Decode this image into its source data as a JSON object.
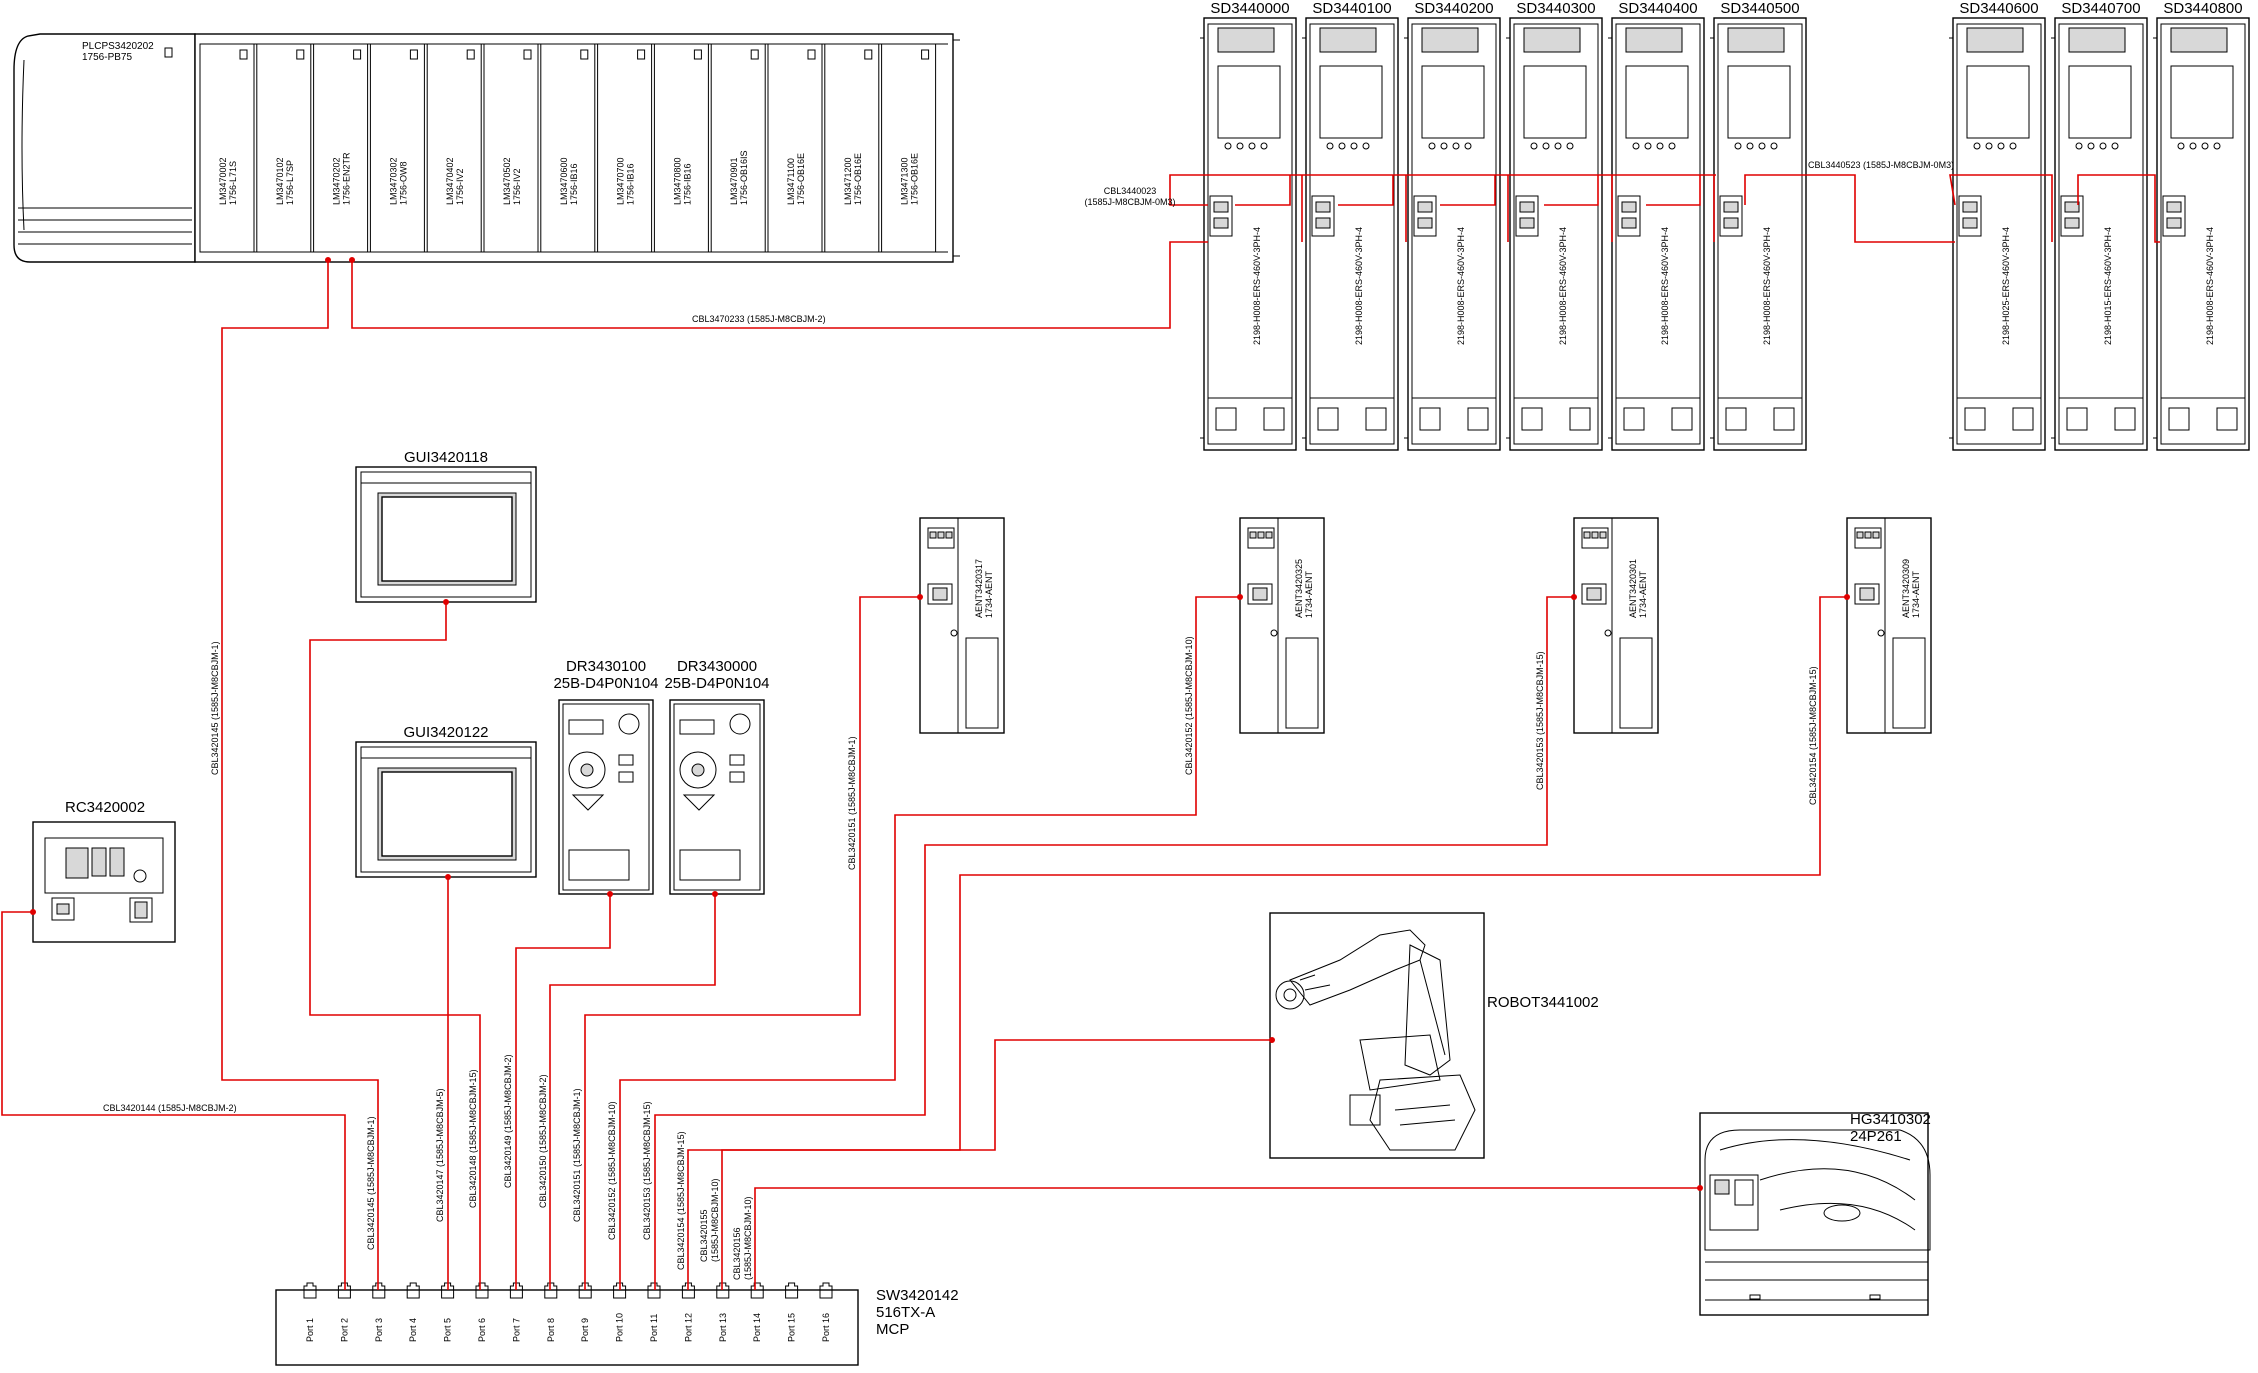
{
  "plc": {
    "label": "PLCPS3420202\n1756-PB75",
    "modules": [
      "LM3470002\n1756-L71S",
      "LM3470102\n1756-L7SP",
      "LM3470202\n1756-EN2TR",
      "LM3470302\n1756-OW8",
      "LM3470402\n1756-IV2",
      "LM3470502\n1756-IV2",
      "LM3470600\n1756-IB16",
      "LM3470700\n1756-IB16",
      "LM3470800\n1756-IB16",
      "LM3470901\n1756-OB16IS",
      "LM3471100\n1756-OB16E",
      "LM3471200\n1756-OB16E",
      "LM3471300\n1756-OB16E"
    ]
  },
  "servo_drives": [
    {
      "name": "SD3440000",
      "model": "2198-H008-ERS-460V-3PH-4"
    },
    {
      "name": "SD3440100",
      "model": "2198-H008-ERS-460V-3PH-4"
    },
    {
      "name": "SD3440200",
      "model": "2198-H008-ERS-460V-3PH-4"
    },
    {
      "name": "SD3440300",
      "model": "2198-H008-ERS-460V-3PH-4"
    },
    {
      "name": "SD3440400",
      "model": "2198-H008-ERS-460V-3PH-4"
    },
    {
      "name": "SD3440500",
      "model": "2198-H008-ERS-460V-3PH-4"
    },
    {
      "name": "SD3440600",
      "model": "2198-H025-ERS-460V-3PH-4"
    },
    {
      "name": "SD3440700",
      "model": "2198-H015-ERS-460V-3PH-4"
    },
    {
      "name": "SD3440800",
      "model": "2198-H008-ERS-460V-3PH-4"
    }
  ],
  "ring_cables": {
    "left": "CBL3440023\n(1585J-M8CBJM-0M3)",
    "right": "CBL3440523 (1585J-M8CBJM-0M3)"
  },
  "trunk_cable": "CBL3470233 (1585J-M8CBJM-2)",
  "hmis": [
    {
      "name": "GUI3420118"
    },
    {
      "name": "GUI3420122"
    }
  ],
  "vfds": [
    {
      "name": "DR3430100\n25B-D4P0N104"
    },
    {
      "name": "DR3430000\n25B-D4P0N104"
    }
  ],
  "io_adapters": [
    {
      "label": "AENT3420317\n1734-AENT"
    },
    {
      "label": "AENT3420325\n1734-AENT"
    },
    {
      "label": "AENT3420301\n1734-AENT"
    },
    {
      "label": "AENT3420309\n1734-AENT"
    }
  ],
  "remote": {
    "name": "RC3420002"
  },
  "robot": {
    "name": "ROBOT3441002"
  },
  "hg": {
    "name": "HG3410302\n24P261"
  },
  "switch": {
    "label": "SW3420142\n516TX-A\nMCP",
    "ports": [
      "Port 1",
      "Port 2",
      "Port 3",
      "Port 4",
      "Port 5",
      "Port 6",
      "Port 7",
      "Port 8",
      "Port 9",
      "Port 10",
      "Port 11",
      "Port 12",
      "Port 13",
      "Port 14",
      "Port 15",
      "Port 16"
    ]
  },
  "cables": {
    "c144": "CBL3420144 (1585J-M8CBJM-2)",
    "c145": "CBL3420145 (1585J-M8CBJM-1)",
    "c145b": "CBL3420145 (1585J-M8CBJM-1)",
    "c147": "CBL3420147 (1585J-M8CBJM-5)",
    "c148": "CBL3420148 (1585J-M8CBJM-15)",
    "c149": "CBL3420149 (1585J-M8CBJM-2)",
    "c150": "CBL3420150 (1585J-M8CBJM-2)",
    "c151": "CBL3420151 (1585J-M8CBJM-1)",
    "c151b": "CBL3420151 (1585J-M8CBJM-1)",
    "c152": "CBL3420152 (1585J-M8CBJM-10)",
    "c152b": "CBL3420152 (1585J-M8CBJM-10)",
    "c153": "CBL3420153 (1585J-M8CBJM-15)",
    "c153b": "CBL3420153 (1585J-M8CBJM-15)",
    "c154": "CBL3420154 (1585J-M8CBJM-15)",
    "c154b": "CBL3420154 (1585J-M8CBJM-15)",
    "c155": "CBL3420155\n(1585J-M8CBJM-10)",
    "c156": "CBL3420156\n(1585J-M8CBJM-10)"
  },
  "colors": {
    "wire": "#e00000",
    "line": "#000000",
    "background": "#ffffff"
  },
  "icons": [
    "plc-chassis-icon",
    "servo-drive-icon",
    "hmi-panel-icon",
    "vfd-icon",
    "io-adapter-icon",
    "remote-station-icon",
    "robot-icon",
    "hg-unit-icon",
    "switch-port-icon"
  ]
}
